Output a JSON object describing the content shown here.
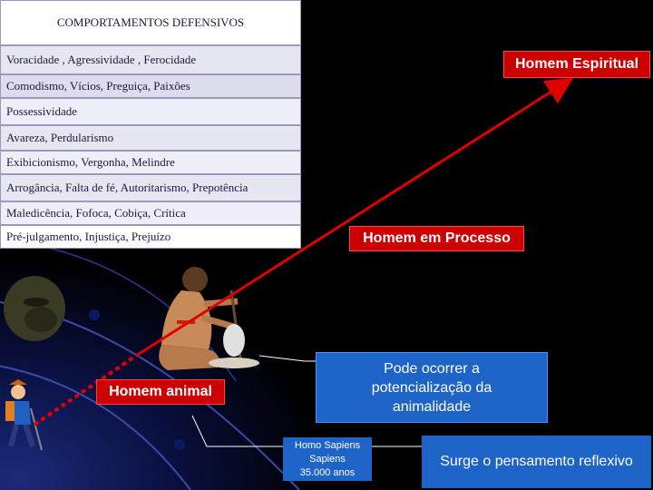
{
  "table": {
    "header": "COMPORTAMENTOS DEFENSIVOS",
    "rows": [
      "Voracidade , Agressividade , Ferocidade",
      "Comodismo, Vícios, Preguiça, Paixões",
      "Possessividade",
      "Avareza,  Perdularismo",
      "Exibicionismo, Vergonha, Melindre",
      "Arrogância, Falta de fé, Autoritarismo, Prepotência",
      "Maledicência, Fofoca, Cobiça, Crítica",
      "Pré-julgamento, Injustiça, Prejuízo"
    ]
  },
  "labels": {
    "homem_espiritual": "Homem Espiritual",
    "homem_em_processo": "Homem em Processo",
    "homem_animal": "Homem animal",
    "potencializacao": "Pode ocorrer a potencialização da animalidade",
    "homo_sapiens": "Homo Sapiens Sapiens 35.000 anos",
    "pensamento_reflexivo": "Surge o pensamento reflexivo"
  },
  "colors": {
    "background": "#000000",
    "red_label": "#cc0000",
    "blue_box": "#1e63c8",
    "arrow": "#e00000"
  }
}
